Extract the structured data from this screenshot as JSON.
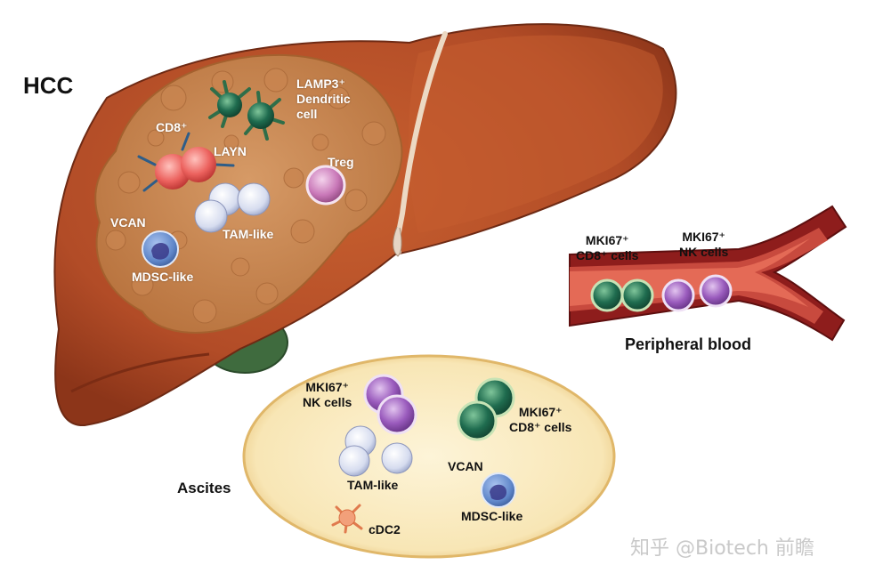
{
  "liver": {
    "title": "HCC",
    "labels": {
      "lamp3": "LAMP3⁺\nDendritic\ncell",
      "cd8": "CD8⁺",
      "layn": "LAYN",
      "treg": "Treg",
      "vcan": "VCAN",
      "tam": "TAM-like",
      "mdsc": "MDSC-like"
    }
  },
  "blood": {
    "title": "Peripheral blood",
    "cd8_label": "MKI67⁺\nCD8⁺ cells",
    "nk_label": "MKI67⁺\nNK cells"
  },
  "ascites": {
    "title": "Ascites",
    "nk_label": "MKI67⁺\nNK cells",
    "cd8_label": "MKI67⁺\nCD8⁺ cells",
    "tam_label": "TAM-like",
    "vcan_label": "VCAN",
    "mdsc_label": "MDSC-like",
    "cdc2_label": "cDC2"
  },
  "watermark": "知乎 @Biotech 前瞻",
  "colors": {
    "liver": "#b8502a",
    "tumor": "#c78a55",
    "vessel": "#8e1d1c",
    "ascites_fill": "#fbedc6",
    "cd8_cell": "#1e6b50",
    "nk_cell": "#8a4ca8",
    "tam_cell": "#d9dff0",
    "mdsc_cell": "#5f86c9",
    "treg_cell": "#c978b8",
    "cd8_layn_cell": "#e8605c",
    "dendritic_cell": "#3c8a5a",
    "cdc2_cell": "#e98a60"
  }
}
